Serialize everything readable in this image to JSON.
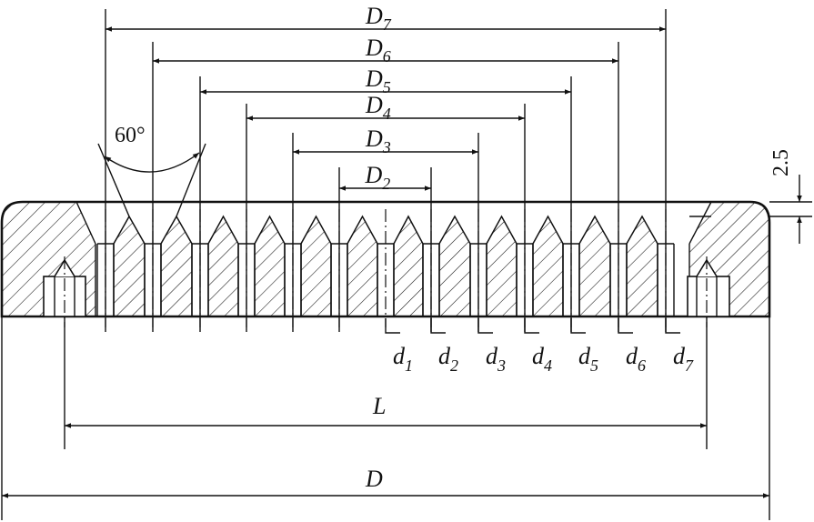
{
  "figure": {
    "outer_diameters": [
      "D7",
      "D6",
      "D5",
      "D4",
      "D3",
      "D2"
    ],
    "inner_diameters": [
      "d1",
      "d2",
      "d3",
      "d4",
      "d5",
      "d6",
      "d7"
    ],
    "angle_label": "60°",
    "depth_label": "2.5",
    "length_label": "L",
    "diameter_label": "D"
  }
}
